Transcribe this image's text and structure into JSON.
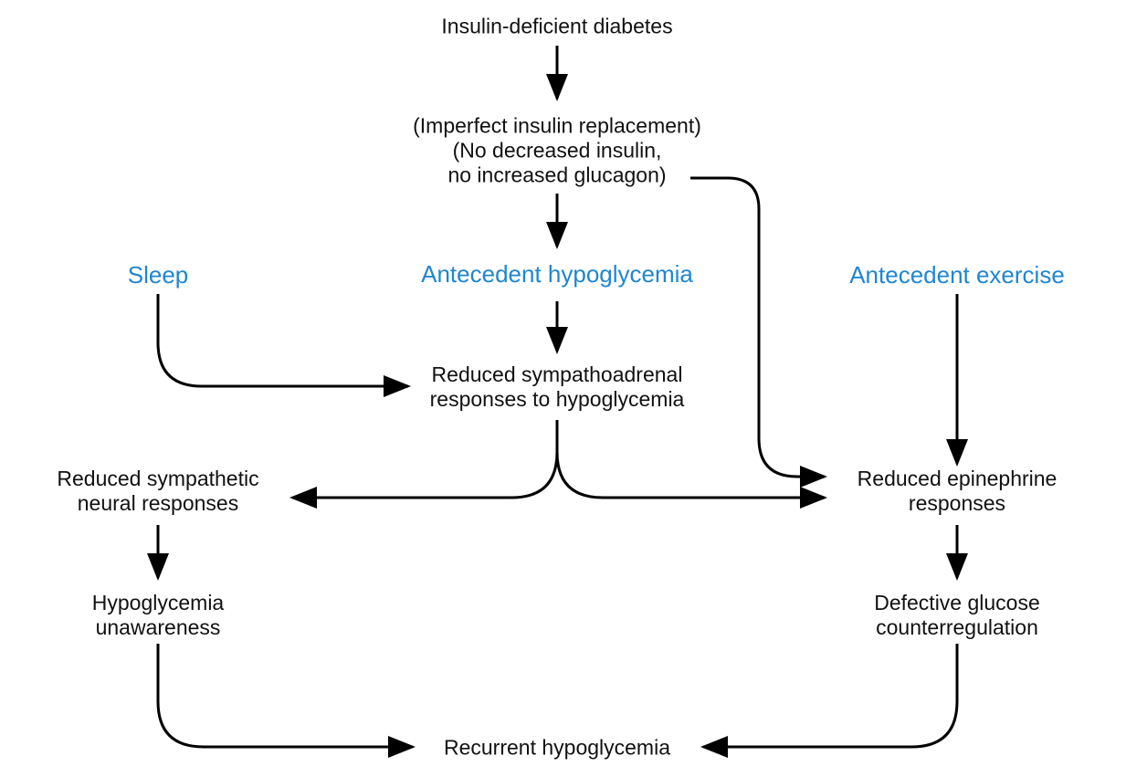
{
  "colors": {
    "text": "#111111",
    "accent": "#1f86d0",
    "arrow": "#000000",
    "background": "#ffffff"
  },
  "nodes": {
    "insulin_deficient": {
      "lines": [
        "Insulin-deficient diabetes"
      ]
    },
    "imperfect_replacement": {
      "lines": [
        "(Imperfect insulin replacement)",
        "(No decreased insulin,",
        "no increased glucagon)"
      ]
    },
    "sleep": {
      "lines": [
        "Sleep"
      ]
    },
    "antecedent_hypoglycemia": {
      "lines": [
        "Antecedent hypoglycemia"
      ]
    },
    "antecedent_exercise": {
      "lines": [
        "Antecedent exercise"
      ]
    },
    "reduced_sympathoadrenal": {
      "lines": [
        "Reduced sympathoadrenal",
        "responses to hypoglycemia"
      ]
    },
    "reduced_sympathetic_neural": {
      "lines": [
        "Reduced sympathetic",
        "neural responses"
      ]
    },
    "reduced_epinephrine": {
      "lines": [
        "Reduced epinephrine",
        "responses"
      ]
    },
    "hypoglycemia_unawareness": {
      "lines": [
        "Hypoglycemia",
        "unawareness"
      ]
    },
    "defective_counterregulation": {
      "lines": [
        "Defective glucose",
        "counterregulation"
      ]
    },
    "recurrent_hypoglycemia": {
      "lines": [
        "Recurrent hypoglycemia"
      ]
    }
  }
}
